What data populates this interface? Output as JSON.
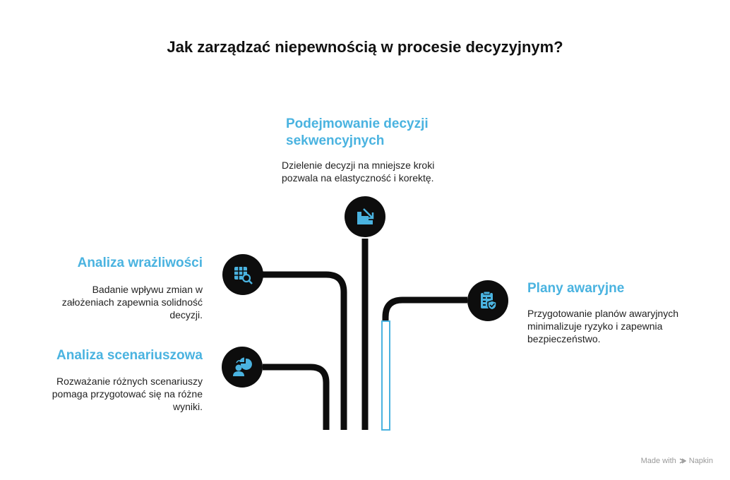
{
  "title": "Jak zarządzać niepewnością w procesie decyzyjnym?",
  "accent_color": "#4ab3e0",
  "items": [
    {
      "heading": "Podejmowanie decyzji sekwencyjnych",
      "description": "Dzielenie decyzji na mniejsze kroki pozwala na elastyczność i korektę.",
      "icon": "stairs-down-arrow-icon"
    },
    {
      "heading": "Analiza wrażliwości",
      "description": "Badanie wpływu zmian w założeniach zapewnia solidność decyzji.",
      "icon": "table-search-icon"
    },
    {
      "heading": "Plany awaryjne",
      "description": "Przygotowanie planów awaryjnych minimalizuje ryzyko i zapewnia bezpieczeństwo.",
      "icon": "clipboard-shield-icon"
    },
    {
      "heading": "Analiza scenariuszowa",
      "description": "Rozważanie różnych scenariuszy pomaga przygotować się na różne wyniki.",
      "icon": "person-chart-icon"
    }
  ],
  "footer": {
    "made_with": "Made with",
    "brand": "Napkin"
  }
}
